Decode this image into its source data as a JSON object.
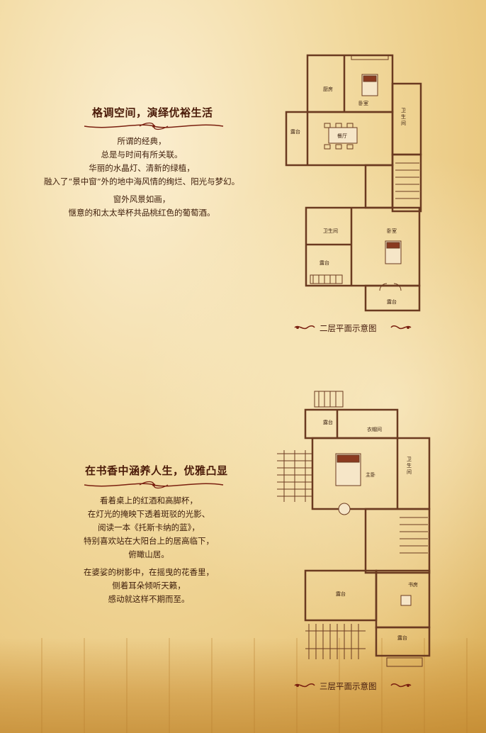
{
  "section1": {
    "heading": "格调空间，演绎优裕生活",
    "lines": [
      "所谓的经典，",
      "总是与时间有所关联。",
      "华丽的水晶灯、清新的绿植，",
      "融入了“景中窗”外的地中海风情的绚烂、阳光与梦幻。"
    ],
    "lines2": [
      "窗外风景如画，",
      "惬意的和太太举杯共品桃红色的葡萄酒。"
    ],
    "caption": "二层平面示意图",
    "rooms": {
      "kitchen": "厨房",
      "bedroom1": "卧室",
      "bath1_a": "卫",
      "bath1_b": "生",
      "bath1_c": "间",
      "terrace1": "露台",
      "dining": "餐厅",
      "bath2": "卫生间",
      "bedroom2": "卧室",
      "terrace2": "露台",
      "terrace3": "露台"
    }
  },
  "section2": {
    "heading": "在书香中涵养人生，优雅凸显",
    "lines": [
      "看着桌上的红酒和高脚杯，",
      "在灯光的掩映下透着斑驳的光影、",
      "阅读一本《托斯卡纳的蓝》，",
      "特别喜欢站在大阳台上的居高临下，",
      "俯瞰山居。"
    ],
    "lines2": [
      "在婆娑的树影中，在摇曳的花香里，",
      "侧着耳朵倾听天籁，",
      "感动就这样不期而至。"
    ],
    "caption": "三层平面示意图",
    "rooms": {
      "terrace1": "露台",
      "closet": "衣帽间",
      "master": "主卧",
      "bath_a": "卫",
      "bath_b": "生",
      "bath_c": "间",
      "terrace2": "露台",
      "study": "书房",
      "terrace3": "露台"
    }
  },
  "colors": {
    "heading": "#4a1a08",
    "plan_wall": "#6b3a20",
    "ornament": "#7a2010"
  }
}
